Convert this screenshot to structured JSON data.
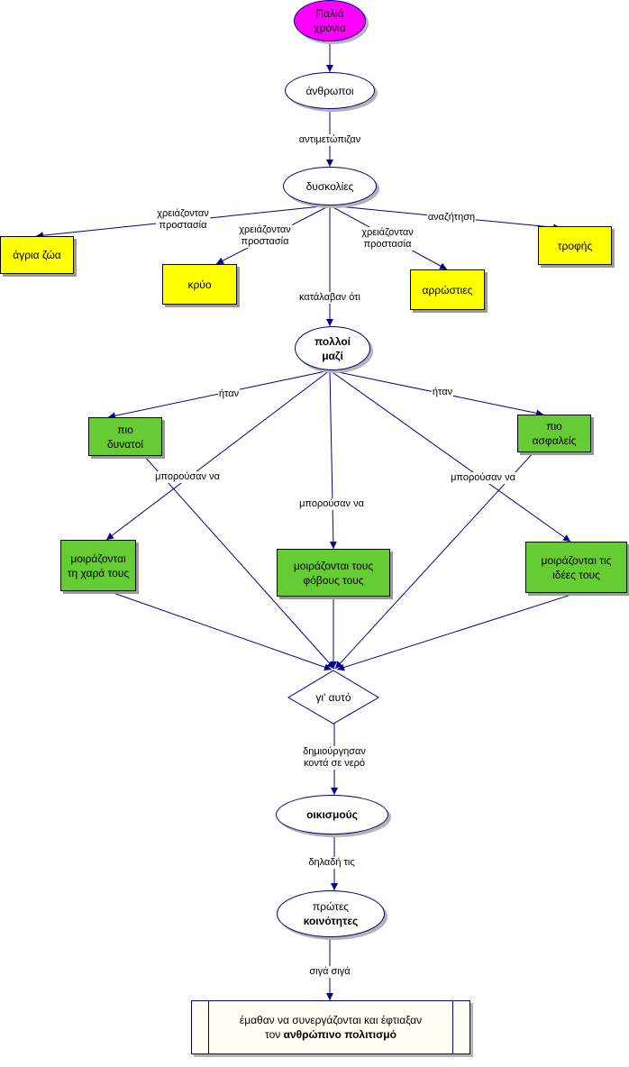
{
  "nodes": {
    "old_times": "Παλιά\nχρόνια",
    "people": "άνθρωποι",
    "difficulties": "δυσκολίες",
    "wild_animals": "άγρια ζώα",
    "cold": "κρύο",
    "diseases": "αρρώστιες",
    "food": "τροφής",
    "many_together": "πολλοί\nμαζί",
    "stronger": "πιο\nδυνατοί",
    "safer": "πιο\nασφαλείς",
    "share_joy": "μοιράζονται\nτη χαρά τους",
    "share_fears": "μοιράζονται τους\nφόβους τους",
    "share_ideas": "μοιράζονται τις\nιδέες τους",
    "therefore": "γι' αυτό",
    "settlements": "οικισμούς",
    "first_communities_l1": "πρώτες",
    "first_communities_l2": "κοινότητες",
    "final_l1": "έμαθαν να συνεργάζονται και έφτιαξαν",
    "final_l2_plain": "τον ",
    "final_l2_bold": "ανθρώπινο πολιτισμό"
  },
  "edge_labels": {
    "faced": "αντιμετώπιζαν",
    "needed_protection_1": "χρειάζονταν\nπροστασία",
    "needed_protection_2": "χρειάζονταν\nπροστασία",
    "needed_protection_3": "χρειάζονταν\nπροστασία",
    "search": "αναζήτηση",
    "realized": "κατάλαβαν ότι",
    "were_1": "ήταν",
    "were_2": "ήταν",
    "could_1": "μπορούσαν να",
    "could_2": "μπορούσαν να",
    "could_3": "μπορούσαν να",
    "created": "δημιούργησαν\nκοντά σε νερό",
    "namely": "δηλαδή τις",
    "gradually": "σιγά σιγά"
  },
  "colors": {
    "edge": "#00008b",
    "ellipse_border": "#000080",
    "start_fill": "#ff00ff",
    "yellow_fill": "#ffff00",
    "green_fill": "#66cc33",
    "final_fill": "#fffdf4"
  }
}
